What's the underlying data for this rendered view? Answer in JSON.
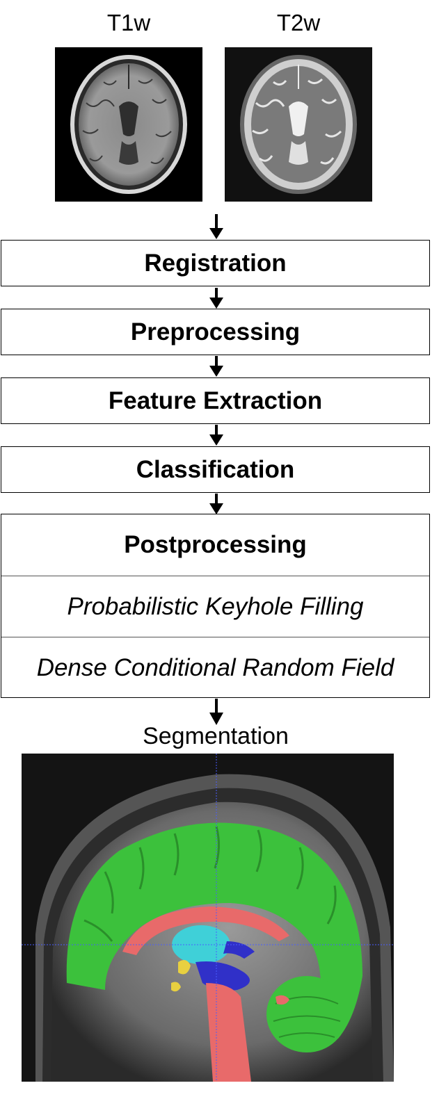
{
  "inputs": {
    "t1w_label": "T1w",
    "t2w_label": "T2w"
  },
  "pipeline": {
    "steps": [
      "Registration",
      "Preprocessing",
      "Feature Extraction",
      "Classification"
    ],
    "postprocessing": {
      "title": "Postprocessing",
      "methods": [
        "Probabilistic Keyhole Filling",
        "Dense Conditional Random Field"
      ]
    }
  },
  "output": {
    "label": "Segmentation"
  },
  "colors": {
    "white_matter_green": "#3cc13c",
    "red_structures": "#e86a6a",
    "cyan_structures": "#3fd0d8",
    "blue_structures": "#3030c8",
    "yellow_structures": "#e8d040",
    "crosshair": "#4a5cff"
  }
}
